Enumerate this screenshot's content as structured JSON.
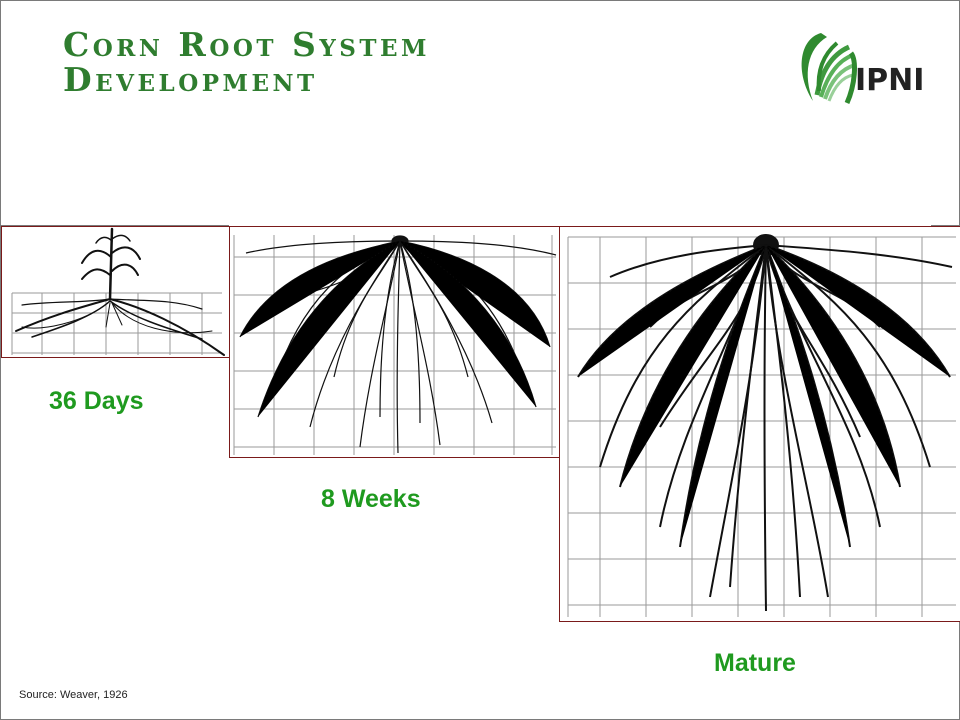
{
  "slide": {
    "title_line1": "Corn Root System",
    "title_line2": "Development",
    "logo_text": "IPNI",
    "colors": {
      "title": "#2f7d2f",
      "label": "#1f9a1f",
      "panel_border": "#7a1a1a",
      "roots": "#111111",
      "grid": "#9a9a9a"
    }
  },
  "panels": [
    {
      "label": "36 Days"
    },
    {
      "label": "8 Weeks"
    },
    {
      "label": "Mature"
    }
  ],
  "source": "Source: Weaver,  1926"
}
